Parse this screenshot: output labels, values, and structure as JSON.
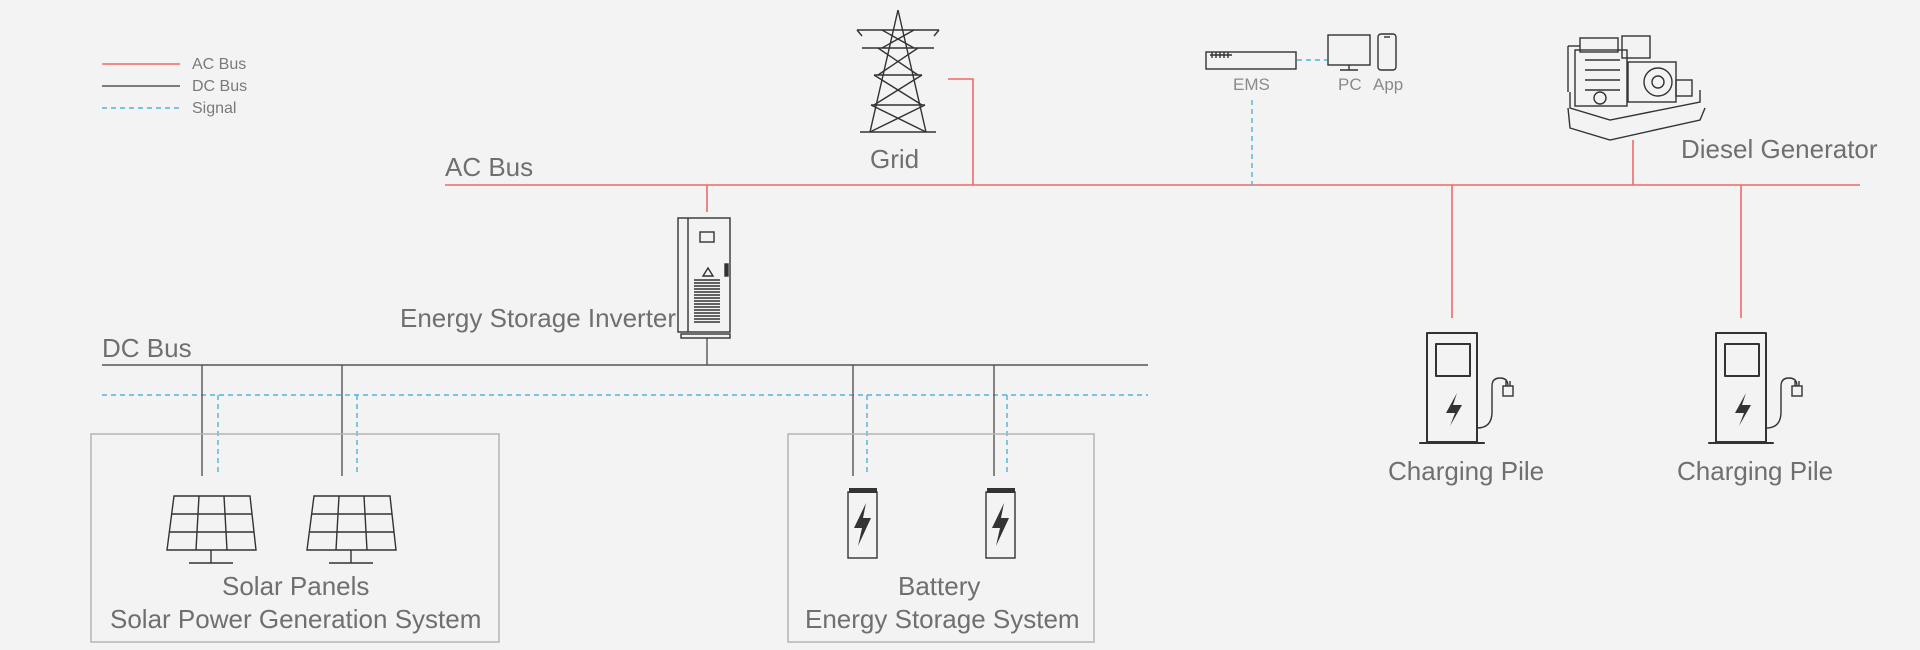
{
  "legend": {
    "ac": "AC Bus",
    "dc": "DC Bus",
    "signal": "Signal"
  },
  "labels": {
    "ac_bus": "AC Bus",
    "dc_bus": "DC Bus",
    "grid": "Grid",
    "ems": "EMS",
    "pc": "PC",
    "app": "App",
    "diesel": "Diesel Generator",
    "inverter": "Energy Storage Inverter",
    "charging_pile_1": "Charging Pile",
    "charging_pile_2": "Charging Pile",
    "solar_panels": "Solar Panels",
    "solar_system": "Solar Power Generation System",
    "battery": "Battery",
    "storage_system": "Energy Storage System"
  },
  "colors": {
    "ac": "#ec6b6b",
    "dc": "#555555",
    "signal": "#4fb3d9",
    "background": "#f3f3f3"
  },
  "icons": [
    "transmission-tower-icon",
    "ems-device-icon",
    "pc-monitor-icon",
    "phone-icon",
    "diesel-generator-icon",
    "inverter-cabinet-icon",
    "solar-panel-icon",
    "battery-icon",
    "charging-pile-icon"
  ]
}
